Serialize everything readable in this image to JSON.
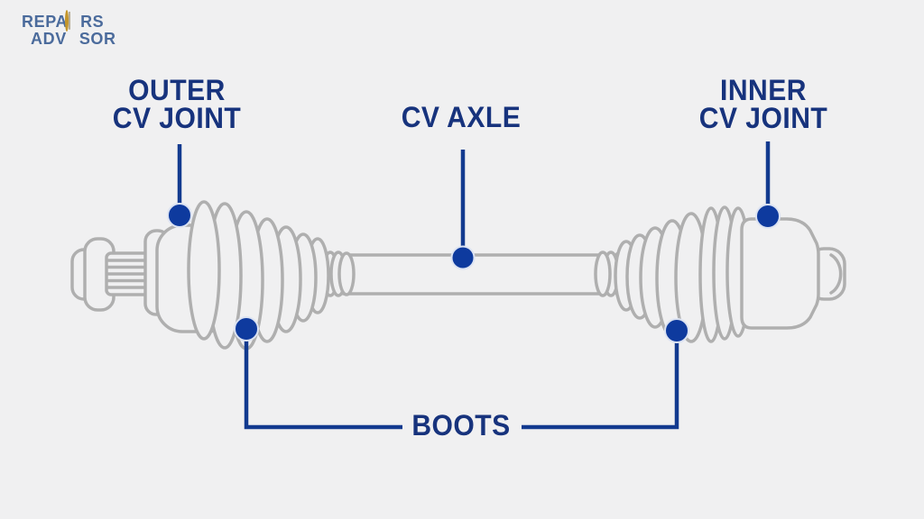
{
  "page": {
    "background": "#f0f0f1",
    "subject": "CV axle components diagram"
  },
  "logo": {
    "full_name": "REPAIRS ADVISOR",
    "line1_prefix": "REPA",
    "line1_suffix": "RS",
    "line2_prefix": "ADV",
    "line2_suffix": "SOR",
    "text_color": "#4b6b9c",
    "screw_head_color": "#dba72e"
  },
  "labels": {
    "outer_cv_joint": {
      "line1": "OUTER",
      "line2": "CV JOINT"
    },
    "cv_axle": {
      "text": "CV AXLE"
    },
    "inner_cv_joint": {
      "line1": "INNER",
      "line2": "CV JOINT"
    },
    "boots": {
      "text": "BOOTS"
    }
  },
  "colors": {
    "label_text": "#17337d",
    "connector_line": "#123a8f",
    "marker_dot": "#0e3a9e",
    "marker_halo": "#dce3f2",
    "drawing_line": "#afafaf",
    "background": "#f0f0f1"
  }
}
